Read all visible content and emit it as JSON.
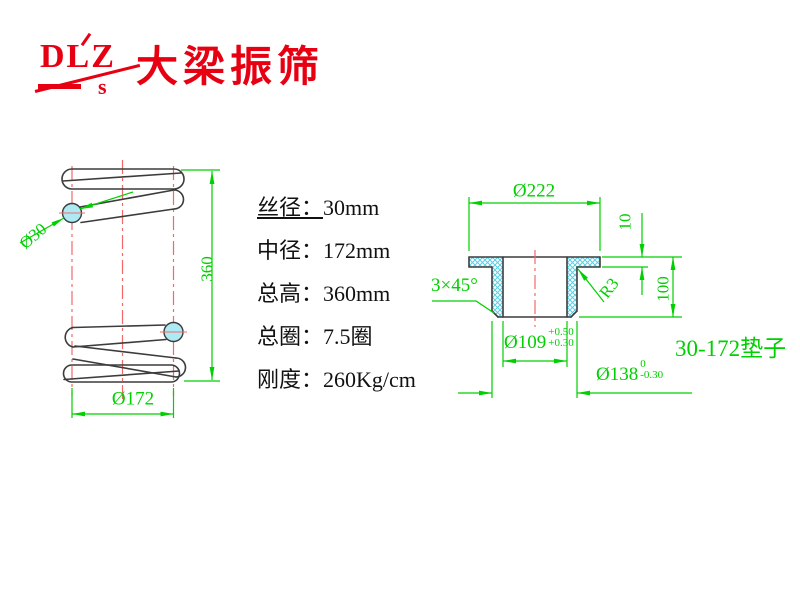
{
  "logo": {
    "dlz": "DLZ",
    "s": "s",
    "company": "大梁振筛",
    "brand_color": "#e60012"
  },
  "specs": {
    "lines": [
      {
        "label": "丝径：",
        "value": "30mm"
      },
      {
        "label": "中径：",
        "value": "172mm"
      },
      {
        "label": "总高：",
        "value": "360mm"
      },
      {
        "label": "总圈：",
        "value": "7.5圈"
      },
      {
        "label": "刚度：",
        "value": "260Kg/cm"
      }
    ]
  },
  "spring": {
    "height": "360",
    "mean_diameter": "Ø172",
    "wire_diameter": "Ø30"
  },
  "washer": {
    "part_name": "30-172垫子",
    "flange_diameter": "Ø222",
    "flange_thickness": "10",
    "total_height": "100",
    "fillet": "R3",
    "chamfer": "3×45°",
    "bore": {
      "nominal": "Ø109",
      "upper": "+0.50",
      "lower": "+0.30"
    },
    "outer": {
      "nominal": "Ø138",
      "upper": "0",
      "lower": "-0.30"
    }
  },
  "colors": {
    "dimension_green": "#00cf00",
    "centerline_red": "#f16a6a",
    "line_black": "#3c3c3c",
    "hatch_cyan": "#59cfe6",
    "section_fill": "#aeeaf4"
  }
}
